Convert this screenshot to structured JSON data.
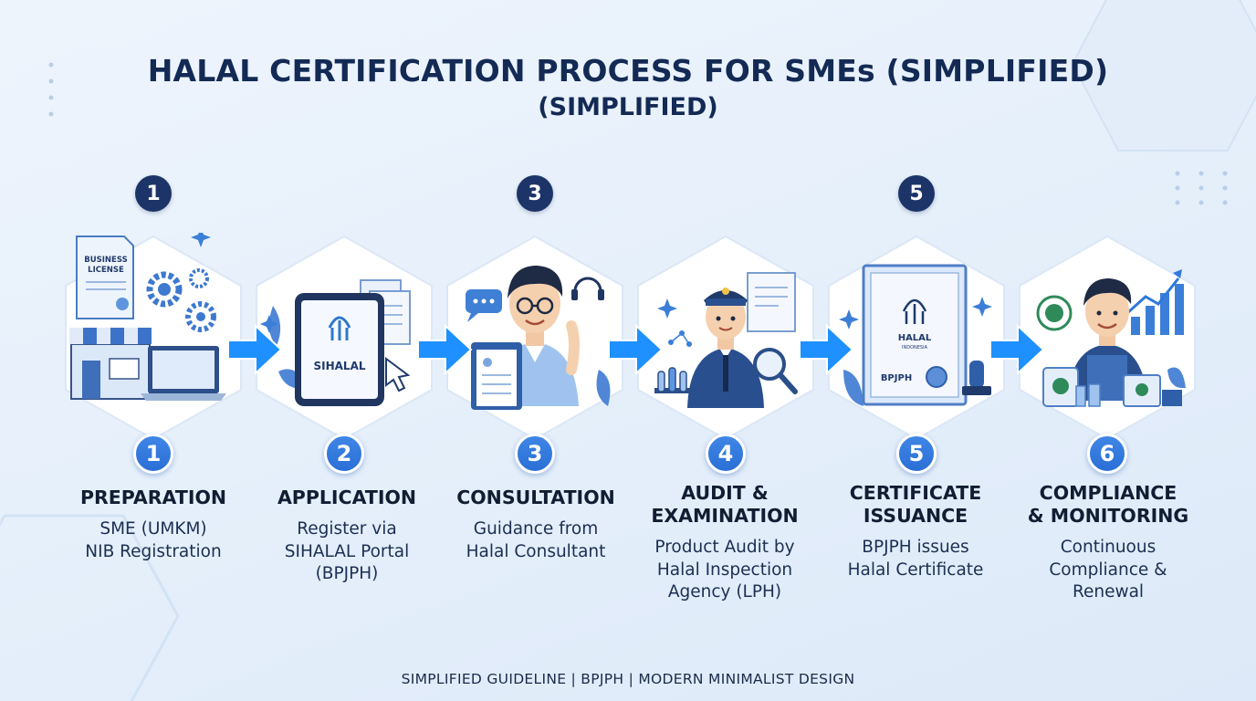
{
  "title": "HALAL CERTIFICATION PROCESS FOR SMEs (SIMPLIFIED)",
  "subtitle": "(SIMPLIFIED)",
  "top_badges": [
    "1",
    "3",
    "5"
  ],
  "steps": [
    {
      "number": "1",
      "title_lines": [
        "PREPARATION"
      ],
      "desc_lines": [
        "SME (UMKM)",
        "NIB Registration"
      ],
      "illustration": "store-license-gears-laptop",
      "illus_text": [
        "BUSINESS",
        "LICENSE"
      ]
    },
    {
      "number": "2",
      "title_lines": [
        "APPLICATION"
      ],
      "desc_lines": [
        "Register via",
        "SIHALAL Portal",
        "(BPJPH)"
      ],
      "illustration": "tablet-sihalal-cursor",
      "illus_text": [
        "SIHALAL"
      ]
    },
    {
      "number": "3",
      "title_lines": [
        "CONSULTATION"
      ],
      "desc_lines": [
        "Guidance from",
        "Halal Consultant"
      ],
      "illustration": "consultant-clipboard-headset",
      "illus_text": []
    },
    {
      "number": "4",
      "title_lines": [
        "AUDIT &",
        "EXAMINATION"
      ],
      "desc_lines": [
        "Product Audit by",
        "Halal Inspection",
        "Agency (LPH)"
      ],
      "illustration": "auditor-magnifier-testtubes",
      "illus_text": []
    },
    {
      "number": "5",
      "title_lines": [
        "CERTIFICATE",
        "ISSUANCE"
      ],
      "desc_lines": [
        "BPJPH issues",
        "Halal Certificate"
      ],
      "illustration": "certificate-stamp",
      "illus_text": [
        "HALAL",
        "INDONESIA",
        "BPJPH"
      ]
    },
    {
      "number": "6",
      "title_lines": [
        "COMPLIANCE",
        "& MONITORING"
      ],
      "desc_lines": [
        "Continuous",
        "Compliance &",
        "Renewal"
      ],
      "illustration": "vendor-products-growth-chart",
      "illus_text": []
    }
  ],
  "footer": "SIMPLIFIED GUIDELINE | BPJPH | MODERN MINIMALIST DESIGN",
  "colors": {
    "navy": "#132a55",
    "badge_dark": "#1c3468",
    "accent_blue": "#2f78dd",
    "arrow_blue": "#1e90ff",
    "card_white": "#ffffff"
  }
}
